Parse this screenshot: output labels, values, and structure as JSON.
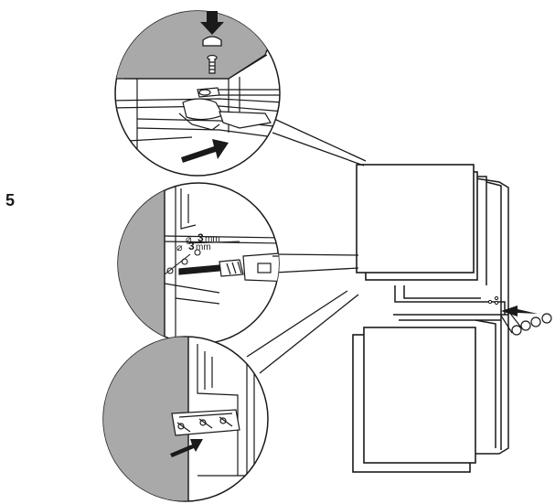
{
  "step": {
    "number": "5"
  },
  "labels": {
    "diameter_top": "3",
    "diameter_bottom": "3",
    "unit": "mm",
    "diameter_symbol": "⌀"
  },
  "colors": {
    "line": "#1a1a1a",
    "panel_shade": "#a9a9a9",
    "background": "#ffffff"
  }
}
